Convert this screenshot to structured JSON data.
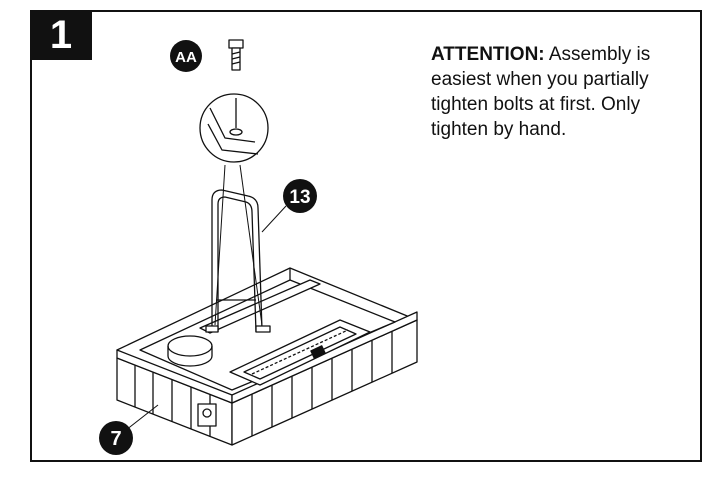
{
  "step": {
    "number": "1"
  },
  "attention": {
    "label": "ATTENTION:",
    "text": "Assembly is easiest when you partially tighten bolts at first. Only tighten by hand."
  },
  "callouts": [
    {
      "id": "AA",
      "label": "AA"
    },
    {
      "id": "13",
      "label": "13"
    },
    {
      "id": "7",
      "label": "7"
    }
  ],
  "colors": {
    "ink": "#111111",
    "paper": "#ffffff",
    "badge": "#111111"
  }
}
